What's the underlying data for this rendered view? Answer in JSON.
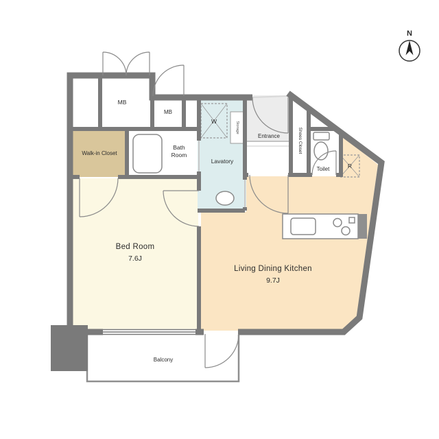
{
  "meta": {
    "type": "apartment-floor-plan"
  },
  "compass": {
    "label": "N"
  },
  "rooms": {
    "bedroom": {
      "name": "Bed Room",
      "size": "7.6J"
    },
    "ldk": {
      "name": "Living Dining Kitchen",
      "size": "9.7J"
    },
    "walkin_closet": {
      "name": "Walk-in Closet"
    },
    "bath": {
      "line1": "Bath",
      "line2": "Room"
    },
    "lavatory": {
      "name": "Lavatory"
    },
    "entrance": {
      "name": "Entrance"
    },
    "shoes_closet": {
      "name": "Shoes Closet"
    },
    "toilet": {
      "name": "Toilet"
    },
    "balcony": {
      "name": "Balcony"
    },
    "meter_box_1": {
      "label": "MB"
    },
    "meter_box_2": {
      "label": "MB"
    },
    "washer_space": {
      "label": "W"
    },
    "refrigerator_space": {
      "label": "R"
    },
    "storage": {
      "label": "Storage"
    }
  },
  "colors": {
    "wall": "#7a7a7a",
    "bedroom_floor": "#fcf8e3",
    "ldk_floor": "#fbe5c3",
    "walkin_floor": "#d9c69b",
    "lavatory_floor": "#ddedee",
    "entrance_floor": "#ececec"
  }
}
